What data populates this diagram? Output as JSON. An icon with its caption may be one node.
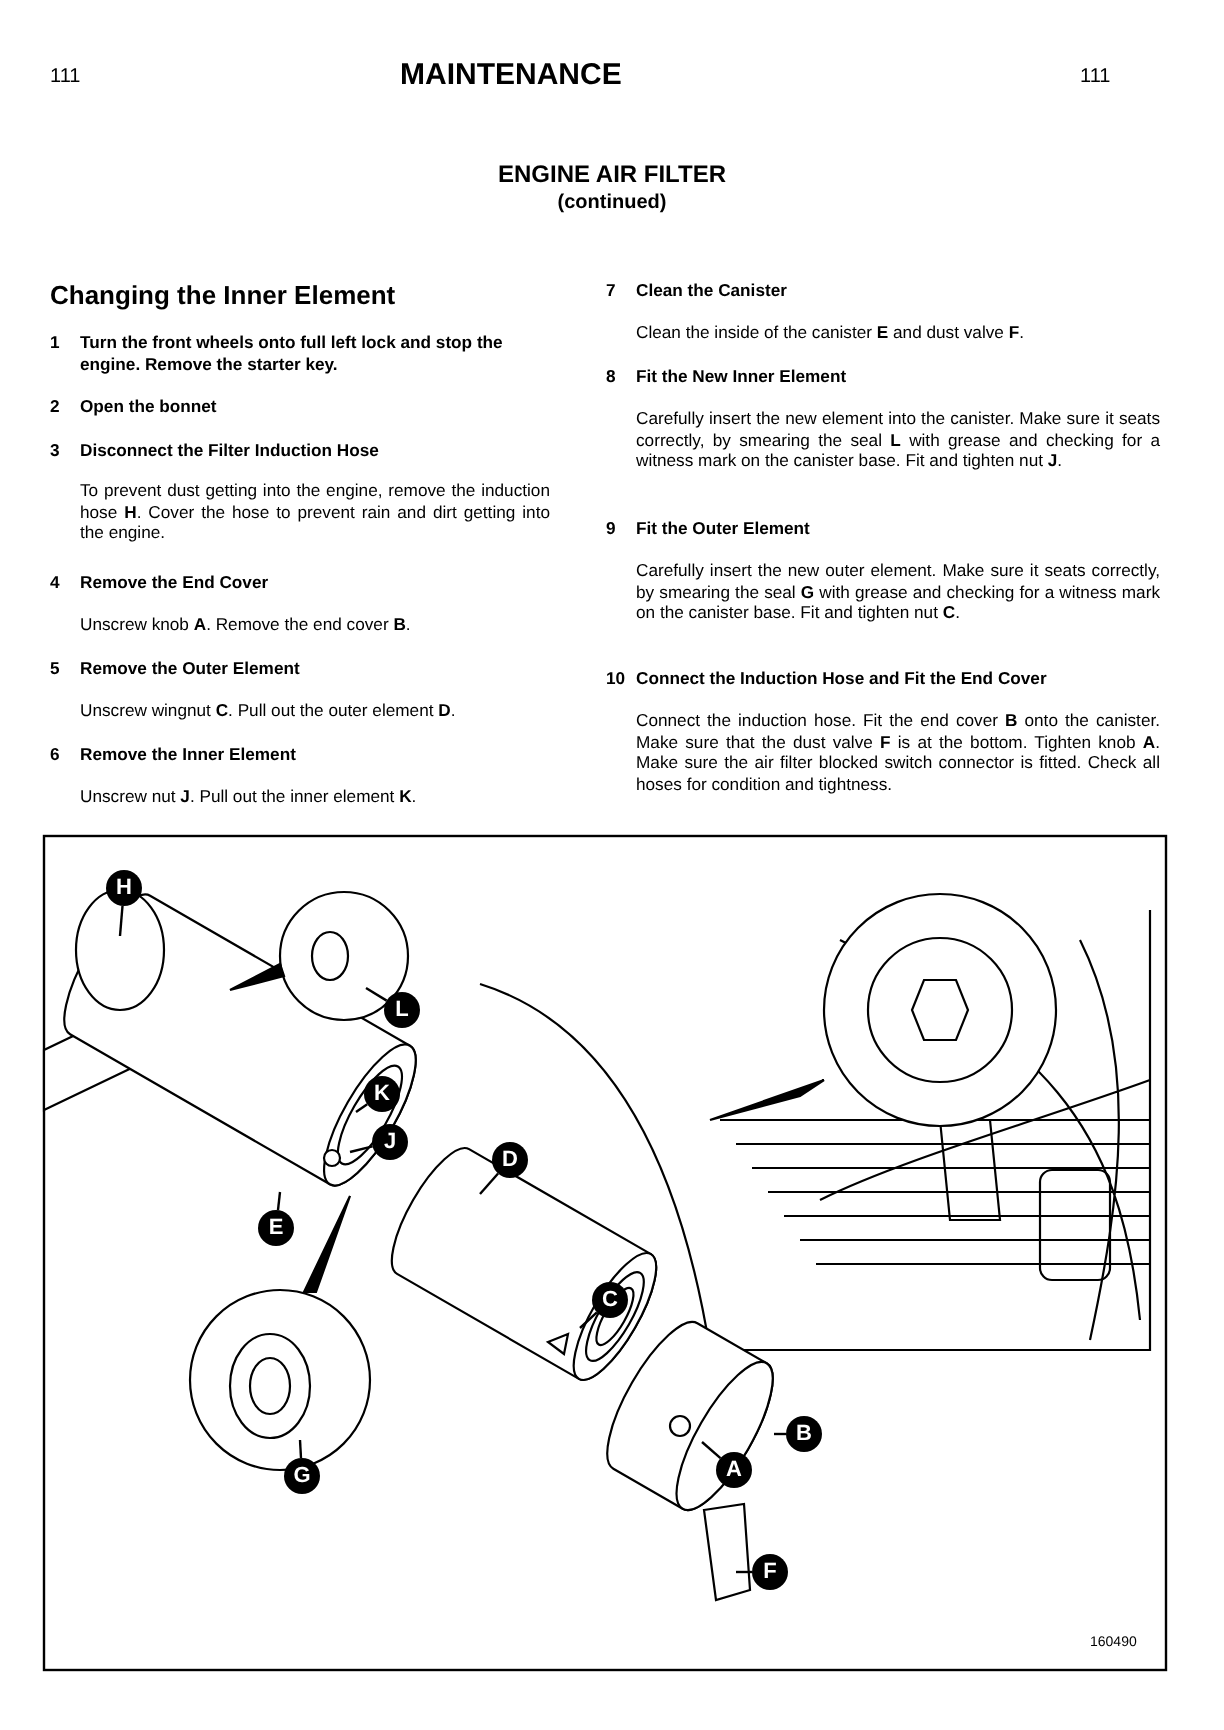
{
  "diagram": {
    "title": "ENGINE AIR FILTER",
    "nodes": [
      {
        "text": [
          "H"
        ]
      },
      {
        "text": [
          "L"
        ]
      },
      {
        "text": [
          "K"
        ]
      },
      {
        "text": [
          "J"
        ]
      },
      {
        "text": [
          "D"
        ]
      },
      {
        "text": [
          "E"
        ]
      },
      {
        "text": [
          "C"
        ]
      },
      {
        "text": [
          "G"
        ]
      },
      {
        "text": [
          "B"
        ]
      },
      {
        "text": [
          "A"
        ]
      },
      {
        "text": [
          "F"
        ]
      }
    ],
    "edges": [
      {
        "from": 0,
        "to": null,
        "arrow": "none"
      },
      {
        "from": 1,
        "to": null,
        "arrow": "none"
      },
      {
        "from": 2,
        "to": null,
        "arrow": "none"
      },
      {
        "from": 3,
        "to": null,
        "arrow": "none"
      },
      {
        "from": 4,
        "to": null,
        "arrow": "none"
      },
      {
        "from": 5,
        "to": null,
        "arrow": "none"
      },
      {
        "from": 6,
        "to": null,
        "arrow": "none"
      },
      {
        "from": 7,
        "to": null,
        "arrow": "none"
      },
      {
        "from": 8,
        "to": null,
        "arrow": "none"
      },
      {
        "from": 9,
        "to": null,
        "arrow": "none"
      },
      {
        "from": 10,
        "to": null,
        "arrow": "none"
      }
    ],
    "labels": [
      "111",
      "MAINTENANCE",
      "111",
      "(continued)",
      "Changing the Inner Element",
      "1",
      "Turn the front wheels onto full left lock and stop the engine. Remove the starter key.",
      "2",
      "Open the bonnet",
      "3",
      "Disconnect the Filter Induction Hose",
      "To prevent dust getting into the engine, remove the induction hose **H**. Cover the hose to prevent rain and dirt getting into the engine.",
      "4",
      "Remove the End Cover",
      "Unscrew knob **A**. Remove the end cover **B**.",
      "5",
      "Remove the Outer Element",
      "Unscrew wingnut **C**. Pull out the outer element **D**.",
      "6",
      "Remove the Inner Element",
      "Unscrew nut **J**. Pull out the inner element **K**.",
      "7",
      "Clean the Canister",
      "Clean the inside of the canister **E** and dust valve **F**.",
      "8",
      "Fit the New Inner Element",
      "Carefully insert the new element into the canister. Make sure it seats correctly, by smearing the seal **L** with grease and checking for a witness mark on the canister base. Fit and tighten nut **J**.",
      "9",
      "Fit the Outer Element",
      "Carefully insert the new outer element. Make sure it seats correctly, by smearing the seal **G** with grease and checking for a witness mark on the canister base. Fit and tighten nut **C**.",
      "10",
      "Connect the Induction Hose and Fit the End Cover",
      "Connect the induction hose. Fit the end cover **B** onto the canister. Make sure that the dust valve **F** is at the bottom. Tighten knob **A**. Make sure the air filter blocked switch connector is fitted. Check all hoses for condition and tightness.",
      "160490"
    ]
  }
}
